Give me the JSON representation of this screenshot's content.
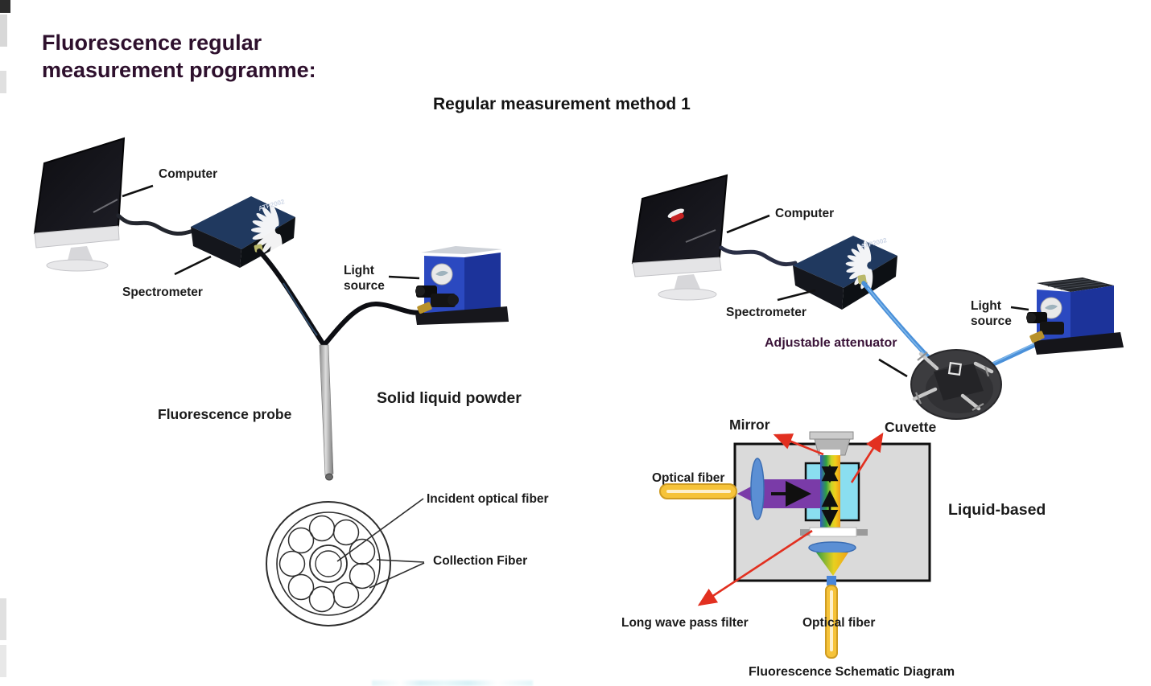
{
  "header": {
    "title": "Fluorescence regular measurement programme:",
    "method_title": "Regular measurement method 1"
  },
  "left_setup": {
    "computer_label": "Computer",
    "spectrometer_label": "Spectrometer",
    "spectrometer_model": "ATP2002",
    "light_source_label": "Light source",
    "fluorescence_probe_label": "Fluorescence probe",
    "sample_label": "Solid liquid powder",
    "fiber_bundle": {
      "incident_label": "Incident optical fiber",
      "collection_label": "Collection Fiber"
    }
  },
  "right_setup": {
    "computer_label": "Computer",
    "spectrometer_label": "Spectrometer",
    "spectrometer_model": "ATP2002",
    "attenuator_label": "Adjustable attenuator",
    "light_source_label": "Light source"
  },
  "schematic": {
    "mirror_label": "Mirror",
    "cuvette_label": "Cuvette",
    "optical_fiber_in_label": "Optical fiber",
    "liquid_based_label": "Liquid-based",
    "long_wave_pass_filter_label": "Long wave pass filter",
    "optical_fiber_out_label": "Optical fiber",
    "caption": "Fluorescence Schematic Diagram"
  },
  "colors": {
    "title_purple": "#2e102d",
    "label_dark": "#1b1b1b",
    "accent_purple": "#3a1338",
    "fiber_blue": "#4a90d9",
    "fiber_yellow": "#f6c339",
    "beam_purple": "#7a3ba8",
    "cuvette_cyan": "#8adef0",
    "arrow_red": "#e23020",
    "spectrometer_navy": "#1f3a66",
    "light_source_blue": "#2b49c0"
  }
}
